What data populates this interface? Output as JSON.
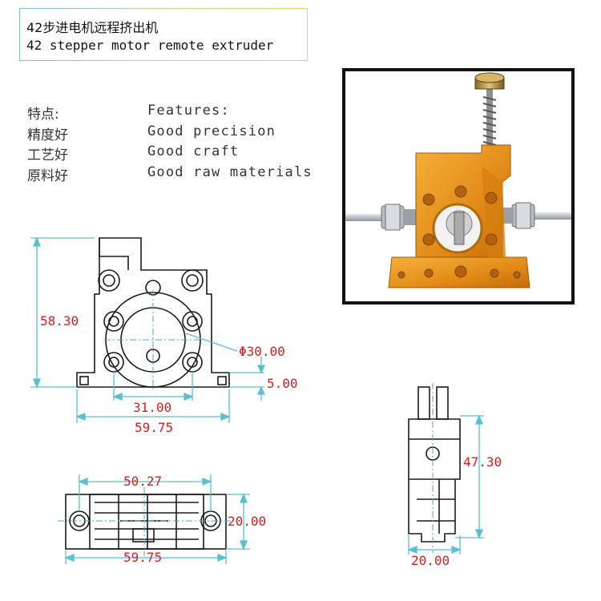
{
  "title": {
    "cn": "42步进电机远程挤出机",
    "en": "42 stepper motor remote extruder"
  },
  "features": {
    "cn": [
      "特点:",
      "精度好",
      "工艺好",
      "原料好"
    ],
    "en": [
      "Features:",
      "Good precision",
      "Good craft",
      "Good raw materials"
    ]
  },
  "dimensions": {
    "height": "58.30",
    "diameter": "Φ30.00",
    "base_thickness": "5.00",
    "hole_spacing": "31.00",
    "front_width": "59.75",
    "top_hole_spacing": "50.27",
    "top_depth": "20.00",
    "top_width": "59.75",
    "side_height": "47.30",
    "side_width": "20.00"
  },
  "colors": {
    "dimension_text": "#d81e1e",
    "dimension_line": "#5bbfd0",
    "extruder_body": "#e8951e"
  }
}
